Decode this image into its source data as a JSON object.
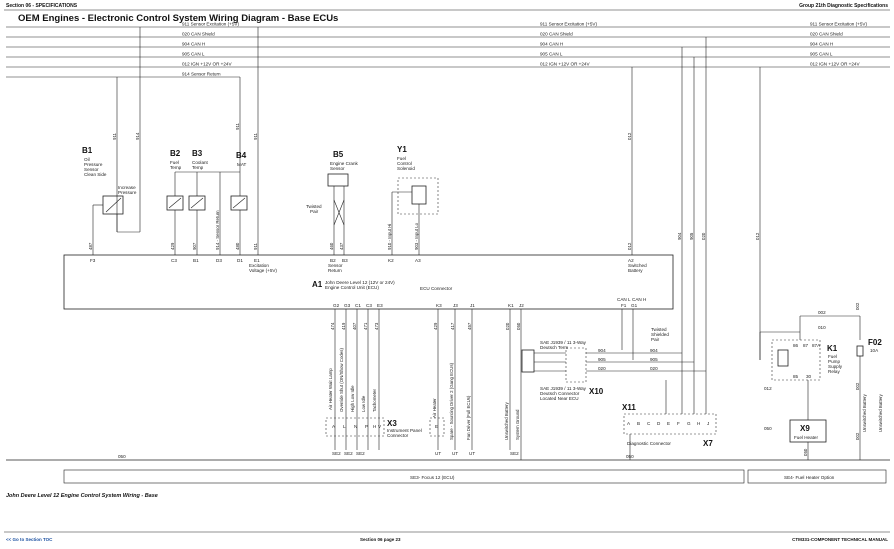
{
  "header": {
    "left": "Section 06 - SPECIFICATIONS",
    "right": "Group 21th Diagnostic Specifications"
  },
  "title": "OEM Engines - Electronic Control System Wiring Diagram - Base ECUs",
  "caption": "John Deere Level 12 Engine Control System Wiring - Base",
  "footer": {
    "left": "<< Go to Section TOC",
    "center": "Section 06 page 23",
    "right": "CTM331-COMPONENT TECHNICAL MANUAL"
  },
  "buses": [
    {
      "left": "911 Sensor Excitation (+5V)",
      "right": "911 Sensor Excitation (+5V)",
      "tag": "911 Sensor Excitation (+5V)"
    },
    {
      "left": "020 CAN Shield",
      "right": "020 CAN Shield",
      "tag": "020 CAN Shield"
    },
    {
      "left": "904 CAN H",
      "right": "904 CAN H",
      "tag": "904 CAN H"
    },
    {
      "left": "905 CAN L",
      "right": "905 CAN L",
      "tag": "905 CAN L"
    },
    {
      "left": "012 IGN +12V OR +24V",
      "right": "012 IGN +12V OR +24V",
      "tag": "012 IGN +12V OR +24V"
    },
    {
      "left": "914 Sensor Return",
      "right": "",
      "tag": ""
    }
  ],
  "components": {
    "b1": {
      "id": "B1",
      "desc": [
        "Oil",
        "Pressure",
        "Sensor",
        "Clean Side"
      ],
      "note": [
        "Increase",
        "Pressure"
      ]
    },
    "b2": {
      "id": "B2",
      "desc": [
        "Fuel",
        "Temp"
      ]
    },
    "b3": {
      "id": "B3",
      "desc": [
        "Coolant",
        "Temp"
      ]
    },
    "b4": {
      "id": "B4",
      "desc": [
        "MAT"
      ]
    },
    "b5": {
      "id": "B5",
      "desc": [
        "Engine Crank",
        "Sensor"
      ],
      "twisted": [
        "Twisted",
        "Pair"
      ]
    },
    "y1": {
      "id": "Y1",
      "desc": [
        "Fuel",
        "Control",
        "Solenoid"
      ]
    },
    "a1": {
      "id": "A1",
      "desc": [
        "John Deere Level 12 (12V or 24V)",
        "Engine Control Unit (ECU)"
      ],
      "connector": "ECU Connector"
    },
    "k1": {
      "id": "K1",
      "desc": [
        "Fuel",
        "Pump",
        "Supply",
        "Relay"
      ]
    },
    "f02": {
      "id": "F02",
      "rating": "10A"
    },
    "x3": {
      "id": "X3",
      "desc": [
        "Instrument Panel",
        "Connector"
      ]
    },
    "x7": {
      "id": "X7",
      "desc": "Diagnostic Connector"
    },
    "x9": {
      "id": "X9",
      "desc": "Fuel Heater"
    },
    "x10": {
      "id": "X10",
      "desc": [
        "SAE J1939 / 11 3-Way",
        "Deutsch Connector",
        "Located Near ECU"
      ]
    },
    "x11": {
      "id": "X11"
    },
    "tsp": {
      "desc": [
        "SAE J1939 / 11 3-Way",
        "Deutsch Term"
      ]
    },
    "twisted2": {
      "desc": [
        "Twisted",
        "Shielded",
        "Pair"
      ]
    }
  },
  "ecu_top_pins": [
    "F3",
    "C3",
    "B1",
    "D3",
    "D1",
    "E1",
    "B2",
    "B3",
    "K2",
    "A3",
    "A2"
  ],
  "ecu_top_labels": {
    "excitation": [
      "Excitation",
      "Voltage (+5V)"
    ],
    "sensor_return": [
      "Sensor",
      "Return"
    ],
    "switched": [
      "Switched",
      "Battery"
    ]
  },
  "ecu_bottom_pins": [
    "G2",
    "G3",
    "C1",
    "C3",
    "E3",
    "K3",
    "J3",
    "J1",
    "K1",
    "J2",
    "F1",
    "G1"
  ],
  "can_labels": [
    "CAN L",
    "CAN H"
  ],
  "top_wires": [
    "911",
    "914",
    "911",
    "911",
    "012"
  ],
  "drop_wires": [
    "487",
    "429",
    "907",
    "914 - Sensor Return",
    "480",
    "911",
    "460",
    "437",
    "910 - Input Hi",
    "903 - Input Lo",
    "012",
    "904",
    "905",
    "020",
    "012"
  ],
  "output_wires": [
    "474",
    "419",
    "407",
    "471",
    "473",
    "429",
    "417",
    "457",
    "020",
    "050",
    "904",
    "905",
    "020",
    "012"
  ],
  "outputs": [
    "Air Heater Wait Lamp",
    "Override Shut (ON/Show Codes)",
    "High Low Idle",
    "Low Idle",
    "Tachometer",
    "Air Heater",
    "Spare - Sourcing Driver 2 (Gang ECUs)",
    "Fan Driver (Full ECUs)",
    "Unswitched Battery",
    "System Ground"
  ],
  "outputs_bottom": [
    "SE2",
    "SE2",
    "SE2",
    "UT",
    "UT",
    "UT",
    "SE2"
  ],
  "x3_pins": [
    "A",
    "L",
    "N",
    "P",
    "H",
    "V",
    "E"
  ],
  "x7_pins": [
    "A",
    "B",
    "C",
    "D",
    "E",
    "F",
    "G",
    "H",
    "J"
  ],
  "x10_lines": [
    "904",
    "905",
    "020"
  ],
  "x10_lines_right": [
    "904",
    "905",
    "020"
  ],
  "relay_pins": [
    "86",
    "87",
    "87A",
    "85",
    "30"
  ],
  "relay_wires": [
    "002",
    "010",
    "012",
    "050"
  ],
  "fuse_wires": [
    "002",
    "002"
  ],
  "right_wires": [
    "050",
    "002"
  ],
  "right_labels": [
    "Unswitched Battery",
    "Unswitched Battery"
  ],
  "ground_label": "050",
  "bottom_boxes": {
    "left": "SE3- Focus 12 (ECU)",
    "right": "SE4- Fuel Heater Option"
  }
}
